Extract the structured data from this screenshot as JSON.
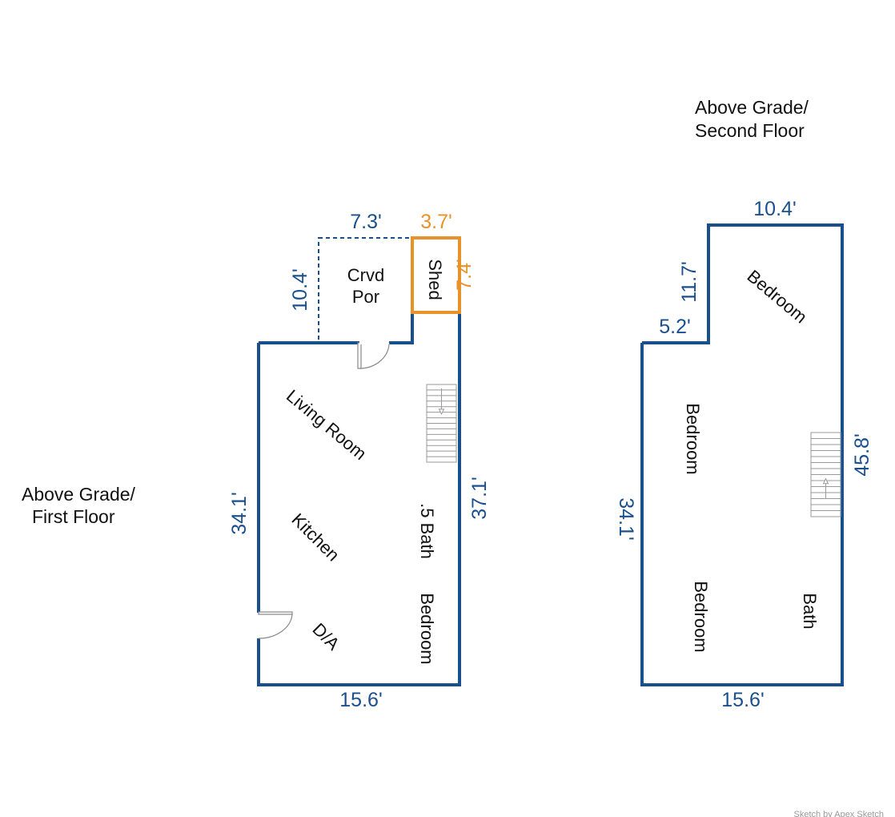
{
  "colors": {
    "wall": "#1a4f8e",
    "shed": "#e8922a"
  },
  "first_floor": {
    "title_line1": "Above Grade/",
    "title_line2": "First Floor",
    "dims": {
      "porch_top": "7.3'",
      "porch_left": "10.4'",
      "shed_top": "3.7'",
      "shed_right": "7.4'",
      "left": "34.1'",
      "right": "37.1'",
      "bottom": "15.6'"
    },
    "rooms": {
      "porch_line1": "Crvd",
      "porch_line2": "Por",
      "shed": "Shed",
      "living": "Living Room",
      "kitchen": "Kitchen",
      "half_bath": ".5 Bath",
      "bedroom": "Bedroom",
      "da": "D/A"
    }
  },
  "second_floor": {
    "title_line1": "Above Grade/",
    "title_line2": "Second Floor",
    "dims": {
      "top": "10.4'",
      "step_vertical": "11.7'",
      "step_horizontal": "5.2'",
      "left": "34.1'",
      "right": "45.8'",
      "bottom": "15.6'"
    },
    "rooms": {
      "bedroom_top": "Bedroom",
      "bedroom_mid": "Bedroom",
      "bedroom_bottom": "Bedroom",
      "bath": "Bath"
    }
  },
  "watermark": "Sketch by Apex Sketch"
}
